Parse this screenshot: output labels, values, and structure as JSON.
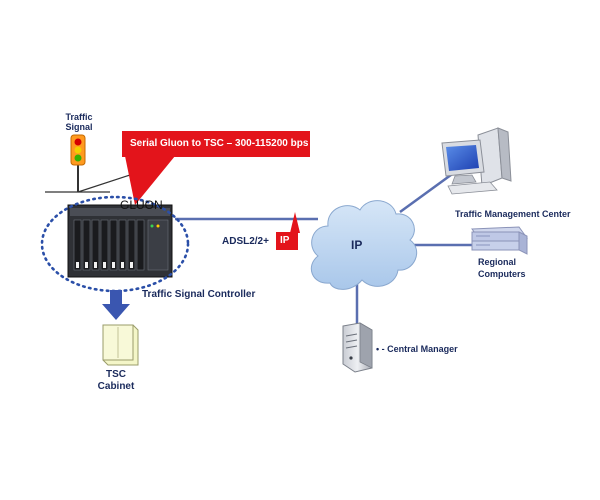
{
  "diagram": {
    "traffic_signal_label_line1": "Traffic",
    "traffic_signal_label_line2": "Signal",
    "callout_text": "Serial Gluon to TSC – 300-115200 bps",
    "gluon_label": "GLUON",
    "adsl_label": "ADSL2/2+",
    "ip_badge": "IP",
    "cloud_label": "IP",
    "controller_label": "Traffic Signal Controller",
    "cabinet_label_line1": "TSC",
    "cabinet_label_line2": "Cabinet",
    "tmc_label": "Traffic Management Center",
    "regional_label_line1": "Regional",
    "regional_label_line2": "Computers",
    "central_manager_label": "• - Central Manager"
  },
  "colors": {
    "link_line": "#5a6fb0",
    "callout_red": "#e3141b",
    "dotted_ellipse": "#2b4fa8",
    "arrow_blue": "#3a56b0",
    "cloud_fill": "#bcd6f0",
    "cabinet_fill": "#f4f6c8"
  }
}
